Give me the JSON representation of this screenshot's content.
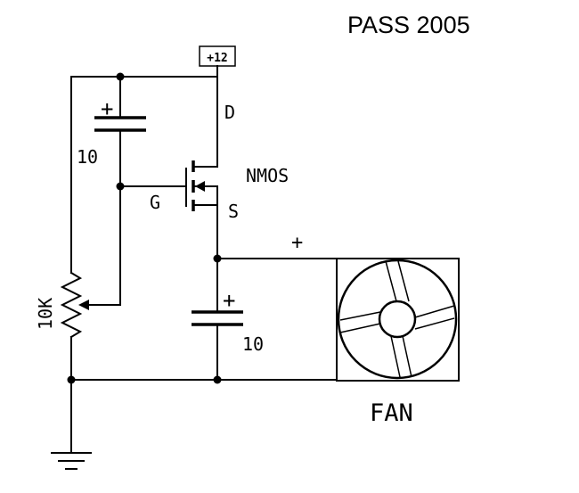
{
  "title": "PASS 2005",
  "supply_label": "+12",
  "top_cap_label": "+",
  "top_cap_value": "10",
  "pot_value": "10K",
  "mosfet_type": "NMOS",
  "drain_label": "D",
  "gate_label": "G",
  "source_label": "S",
  "fan_plus_label": "+",
  "bottom_cap_label": "+",
  "bottom_cap_value": "10",
  "fan_label": "FAN"
}
